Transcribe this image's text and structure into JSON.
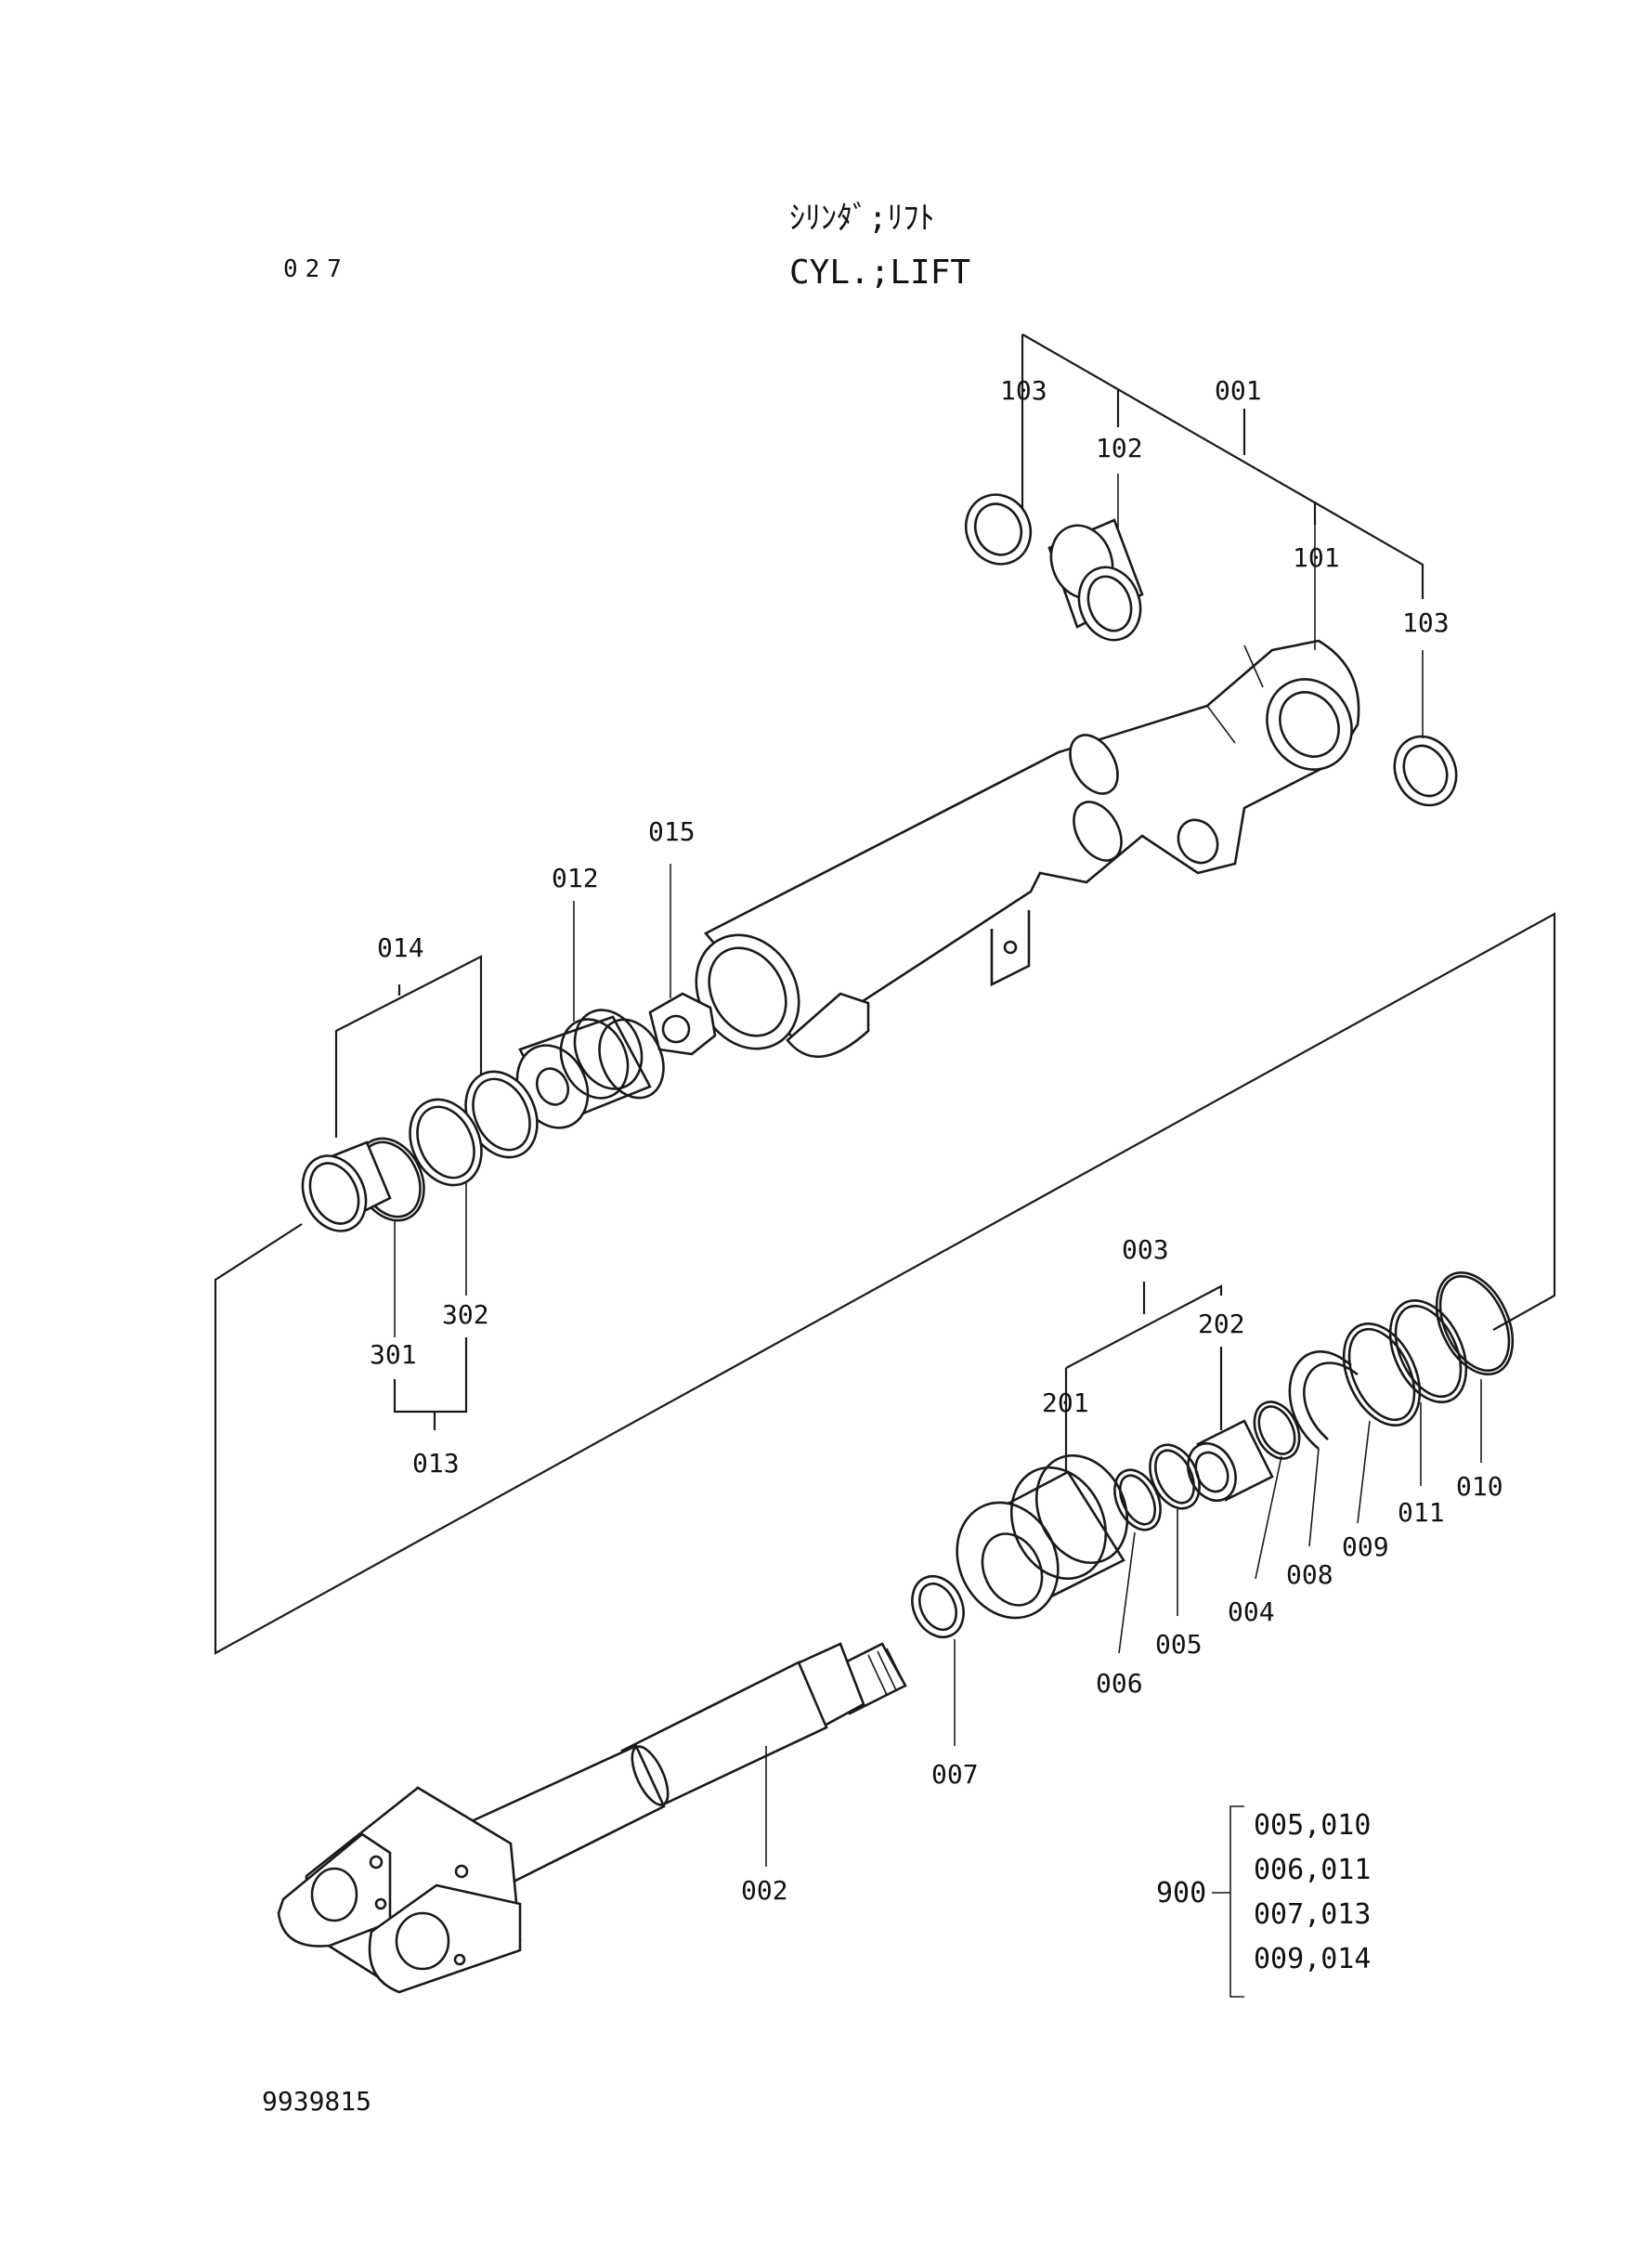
{
  "header": {
    "title_jp": "ｼﾘﾝﾀﾞ;ﾘﾌﾄ",
    "title_en": "CYL.;LIFT",
    "page_number": "027"
  },
  "parts": [
    {
      "id": "001"
    },
    {
      "id": "101"
    },
    {
      "id": "102"
    },
    {
      "id": "103"
    },
    {
      "id": "103"
    },
    {
      "id": "015"
    },
    {
      "id": "012"
    },
    {
      "id": "014"
    },
    {
      "id": "302"
    },
    {
      "id": "301"
    },
    {
      "id": "013"
    },
    {
      "id": "003"
    },
    {
      "id": "202"
    },
    {
      "id": "201"
    },
    {
      "id": "010"
    },
    {
      "id": "011"
    },
    {
      "id": "009"
    },
    {
      "id": "008"
    },
    {
      "id": "004"
    },
    {
      "id": "005"
    },
    {
      "id": "006"
    },
    {
      "id": "007"
    },
    {
      "id": "002"
    }
  ],
  "kit": {
    "label": "900",
    "items": [
      "005,010",
      "006,011",
      "007,013",
      "009,014"
    ]
  },
  "document_number": "9939815"
}
